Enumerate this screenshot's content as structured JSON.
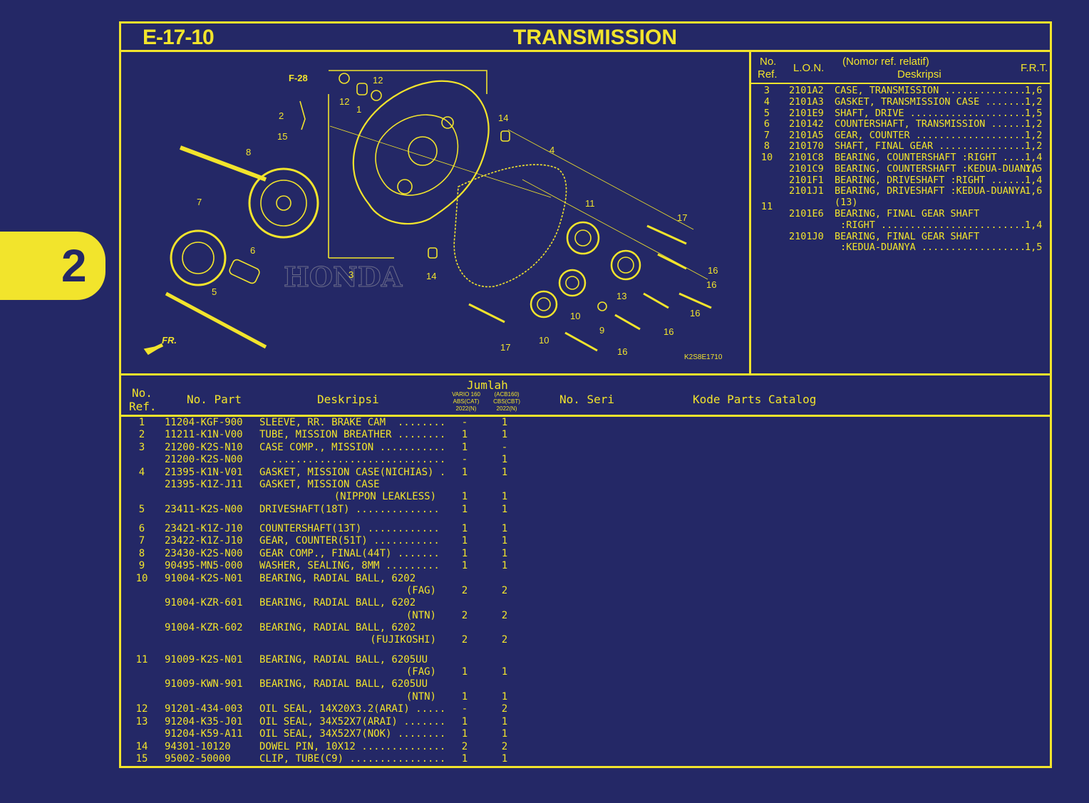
{
  "header": {
    "page_code": "E-17-10",
    "title": "TRANSMISSION",
    "section_number": "2"
  },
  "diagram": {
    "callouts": [
      "F-28",
      "2",
      "15",
      "12",
      "12",
      "1",
      "14",
      "8",
      "4",
      "7",
      "6",
      "3",
      "14",
      "5",
      "11",
      "17",
      "16",
      "16",
      "16",
      "16",
      "13",
      "10",
      "10",
      "9",
      "17",
      "16"
    ],
    "logo_text": "HONDA",
    "direction_label": "FR.",
    "image_code": "K2S8E1710"
  },
  "ref_table": {
    "head_no": "No.",
    "head_ref": "Ref.",
    "head_lon": "L.O.N.",
    "head_nomor": "(Nomor ref. relatif)",
    "head_desc": "Deskripsi",
    "head_frt": "F.R.T.",
    "rows": [
      {
        "no": "3",
        "lon": "2101A2",
        "desc": "CASE, TRANSMISSION ..............",
        "frt": "1,6"
      },
      {
        "no": "4",
        "lon": "2101A3",
        "desc": "GASKET, TRANSMISSION CASE .......",
        "frt": "1,2"
      },
      {
        "no": "5",
        "lon": "2101E9",
        "desc": "SHAFT, DRIVE ....................",
        "frt": "1,5"
      },
      {
        "no": "6",
        "lon": "210142",
        "desc": "COUNTERSHAFT, TRANSMISSION ......",
        "frt": "1,2"
      },
      {
        "no": "7",
        "lon": "2101A5",
        "desc": "GEAR, COUNTER ...................",
        "frt": "1,2"
      },
      {
        "no": "8",
        "lon": "210170",
        "desc": "SHAFT, FINAL GEAR ...............",
        "frt": "1,2"
      },
      {
        "no": "10",
        "lon": "2101C8",
        "desc": "BEARING, COUNTERSHAFT :RIGHT ....",
        "frt": "1,4"
      },
      {
        "no": "",
        "lon": "2101C9",
        "desc": "BEARING, COUNTERSHAFT :KEDUA-DUANYA",
        "frt": "1,5"
      },
      {
        "no": "",
        "lon": "2101F1",
        "desc": "BEARING, DRIVESHAFT :RIGHT ......",
        "frt": "1,4"
      },
      {
        "no": "",
        "lon": "2101J1",
        "desc": "BEARING, DRIVESHAFT :KEDUA-DUANYA",
        "frt": "1,6"
      },
      {
        "no": "",
        "lon": "",
        "desc": "(13)",
        "frt": ""
      },
      {
        "no": "11",
        "lon": "",
        "desc": "",
        "frt": ""
      },
      {
        "no": "",
        "lon": "2101E6",
        "desc": "BEARING, FINAL GEAR SHAFT",
        "frt": ""
      },
      {
        "no": "",
        "lon": "",
        "desc": " :RIGHT .........................",
        "frt": "1,4"
      },
      {
        "no": "",
        "lon": "2101J0",
        "desc": "BEARING, FINAL GEAR SHAFT",
        "frt": ""
      },
      {
        "no": "",
        "lon": "",
        "desc": " :KEDUA-DUANYA ..................",
        "frt": "1,5"
      }
    ]
  },
  "parts_table": {
    "head_no": "No.",
    "head_ref": "Ref.",
    "head_part": "No. Part",
    "head_desc": "Deskripsi",
    "head_jumlah": "Jumlah",
    "model1": "VARIO 160\nABS(CAT)\n2022(N)",
    "model2": "(ACB160)\nCBS(CBT)\n2022(N)",
    "head_seri": "No. Seri",
    "head_catalog": "Kode Parts Catalog",
    "rows": [
      {
        "no": "1",
        "part": "11204-KGF-900",
        "desc": "SLEEVE, RR. BRAKE CAM  ........",
        "q1": "-",
        "q2": "1"
      },
      {
        "no": "2",
        "part": "11211-K1N-V00",
        "desc": "TUBE, MISSION BREATHER ........",
        "q1": "1",
        "q2": "1"
      },
      {
        "no": "3",
        "part": "21200-K2S-N10",
        "desc": "CASE COMP., MISSION ...........",
        "q1": "1",
        "q2": "-"
      },
      {
        "no": "",
        "part": "21200-K2S-N00",
        "desc": "  .............................",
        "q1": "-",
        "q2": "1"
      },
      {
        "no": "4",
        "part": "21395-K1N-V01",
        "desc": "GASKET, MISSION CASE(NICHIAS) .",
        "q1": "1",
        "q2": "1"
      },
      {
        "no": "",
        "part": "21395-K1Z-J11",
        "desc": "GASKET, MISSION CASE",
        "q1": "",
        "q2": ""
      },
      {
        "no": "",
        "part": "",
        "desc": "(NIPPON LEAKLESS)",
        "q1": "1",
        "q2": "1",
        "right": true
      },
      {
        "no": "5",
        "part": "23411-K2S-N00",
        "desc": "DRIVESHAFT(18T) ..............",
        "q1": "1",
        "q2": "1"
      },
      {
        "no": "6",
        "part": "23421-K1Z-J10",
        "desc": "COUNTERSHAFT(13T) ............",
        "q1": "1",
        "q2": "1"
      },
      {
        "no": "7",
        "part": "23422-K1Z-J10",
        "desc": "GEAR, COUNTER(51T) ...........",
        "q1": "1",
        "q2": "1"
      },
      {
        "no": "8",
        "part": "23430-K2S-N00",
        "desc": "GEAR COMP., FINAL(44T) .......",
        "q1": "1",
        "q2": "1"
      },
      {
        "no": "9",
        "part": "90495-MN5-000",
        "desc": "WASHER, SEALING, 8MM .........",
        "q1": "1",
        "q2": "1"
      },
      {
        "no": "10",
        "part": "91004-K2S-N01",
        "desc": "BEARING, RADIAL BALL, 6202",
        "q1": "",
        "q2": ""
      },
      {
        "no": "",
        "part": "",
        "desc": "(FAG)",
        "q1": "2",
        "q2": "2",
        "right": true
      },
      {
        "no": "",
        "part": "91004-KZR-601",
        "desc": "BEARING, RADIAL BALL, 6202",
        "q1": "",
        "q2": ""
      },
      {
        "no": "",
        "part": "",
        "desc": "(NTN)",
        "q1": "2",
        "q2": "2",
        "right": true
      },
      {
        "no": "",
        "part": "91004-KZR-602",
        "desc": "BEARING, RADIAL BALL, 6202",
        "q1": "",
        "q2": ""
      },
      {
        "no": "",
        "part": "",
        "desc": "(FUJIKOSHI)",
        "q1": "2",
        "q2": "2",
        "right": true
      },
      {
        "no": "11",
        "part": "91009-K2S-N01",
        "desc": "BEARING, RADIAL BALL, 6205UU",
        "q1": "",
        "q2": ""
      },
      {
        "no": "",
        "part": "",
        "desc": "(FAG)",
        "q1": "1",
        "q2": "1",
        "right": true
      },
      {
        "no": "",
        "part": "91009-KWN-901",
        "desc": "BEARING, RADIAL BALL, 6205UU",
        "q1": "",
        "q2": ""
      },
      {
        "no": "",
        "part": "",
        "desc": "(NTN)",
        "q1": "1",
        "q2": "1",
        "right": true
      },
      {
        "no": "12",
        "part": "91201-434-003",
        "desc": "OIL SEAL, 14X20X3.2(ARAI) .....",
        "q1": "-",
        "q2": "2"
      },
      {
        "no": "13",
        "part": "91204-K35-J01",
        "desc": "OIL SEAL, 34X52X7(ARAI) .......",
        "q1": "1",
        "q2": "1"
      },
      {
        "no": "",
        "part": "91204-K59-A11",
        "desc": "OIL SEAL, 34X52X7(NOK) ........",
        "q1": "1",
        "q2": "1"
      },
      {
        "no": "14",
        "part": "94301-10120",
        "desc": "DOWEL PIN, 10X12 ..............",
        "q1": "2",
        "q2": "2"
      },
      {
        "no": "15",
        "part": "95002-50000",
        "desc": "CLIP, TUBE(C9) ................",
        "q1": "1",
        "q2": "1"
      }
    ]
  }
}
